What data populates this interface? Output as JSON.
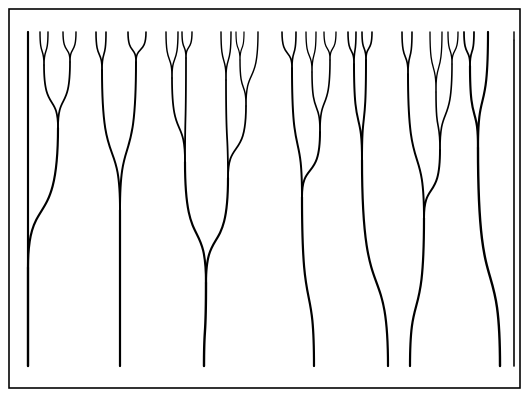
{
  "figure": {
    "kind": "branching-tree-diagram",
    "tree_count": 8,
    "ink_color": "#000000",
    "background_color": "#ffffff",
    "frame": "box"
  }
}
